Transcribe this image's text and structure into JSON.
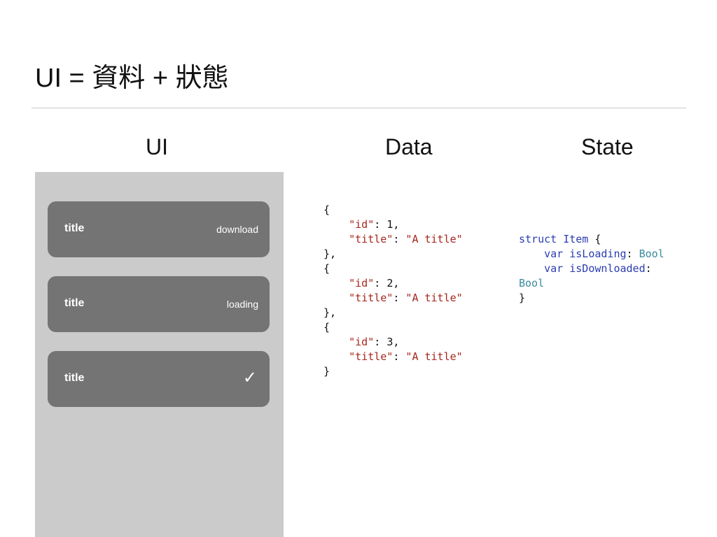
{
  "slide": {
    "title": "UI = 資料 + 狀態"
  },
  "columns": {
    "ui": "UI",
    "data": "Data",
    "state": "State"
  },
  "cells": [
    {
      "title": "title",
      "status": "download"
    },
    {
      "title": "title",
      "status": "loading"
    },
    {
      "title": "title",
      "status": "✓"
    }
  ],
  "data_code": {
    "items": [
      {
        "id": 1,
        "title": "A title"
      },
      {
        "id": 2,
        "title": "A title"
      },
      {
        "id": 3,
        "title": "A title"
      }
    ]
  },
  "state_code": {
    "keyword_struct": "struct",
    "type_name": "Item",
    "keyword_var": "var",
    "prop1_name": "isLoading",
    "prop1_type": "Bool",
    "prop2_name": "isDownloaded",
    "prop2_type": "Bool"
  },
  "colors": {
    "string_literal": "#a8261d",
    "keyword": "#2a3cb0",
    "type": "#3a8a9e",
    "cell_background": "#747474",
    "phone_background": "#cbcbcb"
  }
}
